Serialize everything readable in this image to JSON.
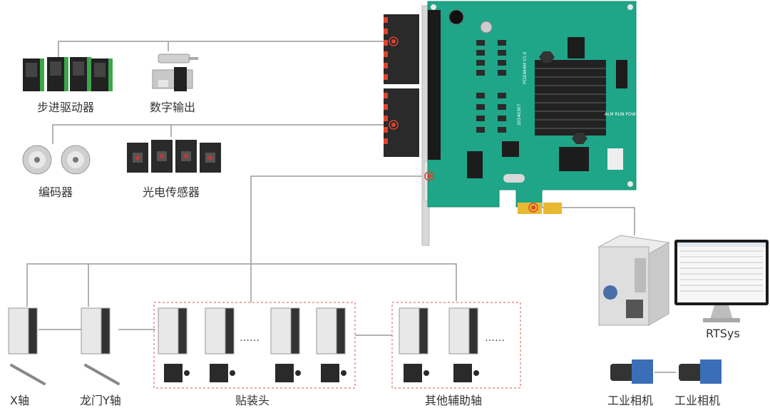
{
  "labels": {
    "stepper_driver": "步进驱动器",
    "digital_output": "数字输出",
    "encoder": "编码器",
    "photo_sensor": "光电传感器",
    "x_axis": "X轴",
    "gantry_y_axis": "龙门Y轴",
    "placement_head": "贴装头",
    "other_aux_axis": "其他辅助轴",
    "rtsys": "RTSys",
    "camera_1": "工业相机",
    "camera_2": "工业相机"
  },
  "board": {
    "model_text": "PCIE464M V1.0",
    "date_text": "20240307",
    "led_labels": "ALM RUN POW"
  },
  "ellipsis": "……",
  "colors": {
    "pcb": "#1fa588",
    "connector": "#2a2a2a",
    "connector_accent": "#e2422b",
    "gold": "#e8b832",
    "line": "#9a9a9a",
    "dashed_box": "#e05050"
  }
}
